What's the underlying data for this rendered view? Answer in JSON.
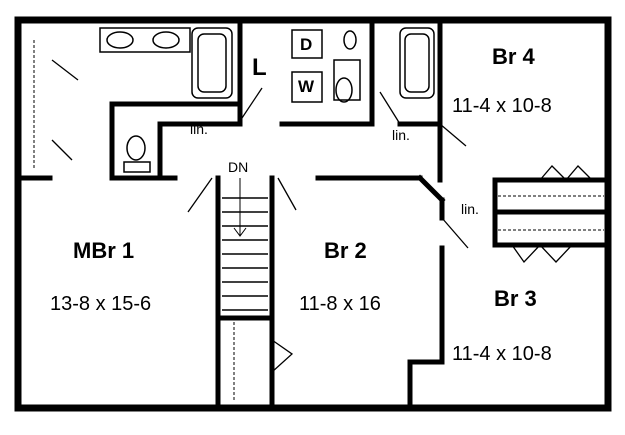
{
  "plan": {
    "rooms": {
      "mbr1": {
        "name": "MBr 1",
        "dims": "13-8 x 15-6"
      },
      "br2": {
        "name": "Br 2",
        "dims": "11-8 x 16"
      },
      "br3": {
        "name": "Br 3",
        "dims": "11-4 x 10-8"
      },
      "br4": {
        "name": "Br 4",
        "dims": "11-4 x 10-8"
      }
    },
    "fixtures": {
      "dryer": "D",
      "washer": "W",
      "linen_closet_label": "L",
      "linen_label": "lin."
    },
    "stair_label": "DN"
  }
}
